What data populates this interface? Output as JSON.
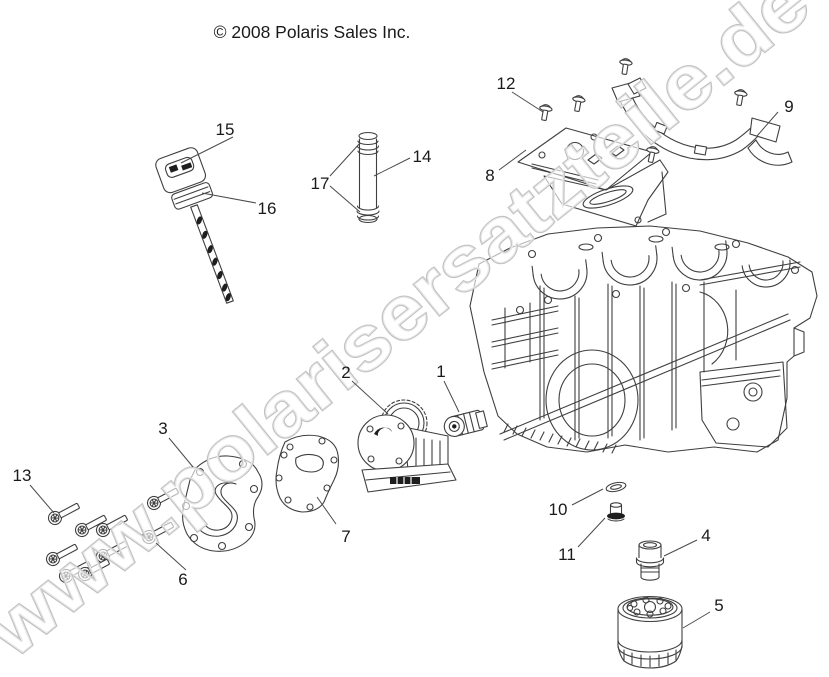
{
  "page": {
    "background": "#ffffff"
  },
  "header": {
    "copyright": "© 2008 Polaris Sales Inc."
  },
  "watermark": {
    "text": "www.polarisersatzteile.de"
  },
  "colors": {
    "line": "#3f3f3f",
    "label_text": "#1a1a1a",
    "watermark_fill": "#ffffff",
    "watermark_outline": "#c2c2c2",
    "background": "#ffffff"
  },
  "callouts": [
    {
      "number": "1"
    },
    {
      "number": "2"
    },
    {
      "number": "3"
    },
    {
      "number": "4"
    },
    {
      "number": "5"
    },
    {
      "number": "6"
    },
    {
      "number": "7"
    },
    {
      "number": "8"
    },
    {
      "number": "9"
    },
    {
      "number": "10"
    },
    {
      "number": "11"
    },
    {
      "number": "12"
    },
    {
      "number": "13"
    },
    {
      "number": "14"
    },
    {
      "number": "15"
    },
    {
      "number": "16"
    },
    {
      "number": "17"
    }
  ]
}
